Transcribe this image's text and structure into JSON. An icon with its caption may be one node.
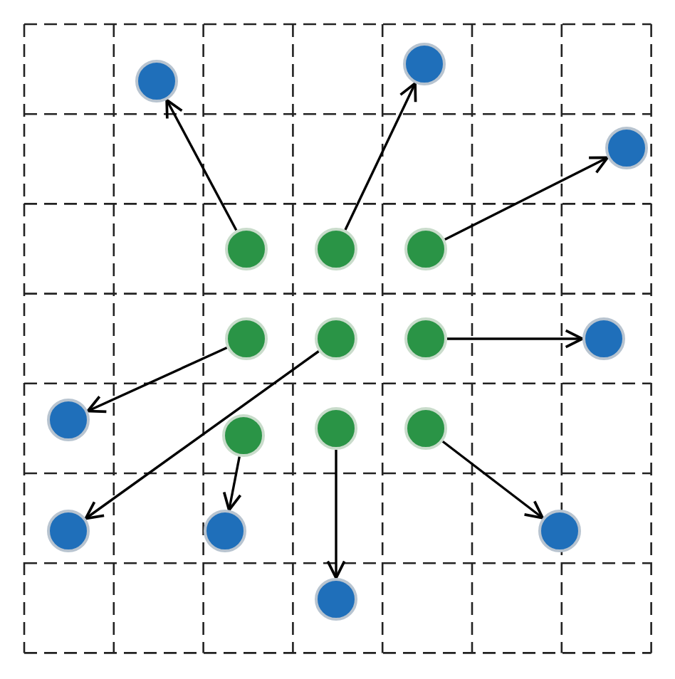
{
  "diagram": {
    "nodes": [
      {
        "text": [],
        "shape": "circle"
      },
      {
        "text": [],
        "shape": "circle"
      },
      {
        "text": [],
        "shape": "circle"
      },
      {
        "text": [],
        "shape": "circle"
      },
      {
        "text": [],
        "shape": "circle"
      },
      {
        "text": [],
        "shape": "circle"
      },
      {
        "text": [],
        "shape": "circle"
      },
      {
        "text": [],
        "shape": "circle"
      },
      {
        "text": [],
        "shape": "circle"
      },
      {
        "text": [],
        "shape": "circle"
      },
      {
        "text": [],
        "shape": "circle"
      },
      {
        "text": [],
        "shape": "circle"
      },
      {
        "text": [],
        "shape": "circle"
      },
      {
        "text": [],
        "shape": "circle"
      },
      {
        "text": [],
        "shape": "circle"
      },
      {
        "text": [],
        "shape": "circle"
      },
      {
        "text": [],
        "shape": "circle"
      },
      {
        "text": [],
        "shape": "circle"
      }
    ],
    "edges": [
      {
        "from": 3,
        "to": 1,
        "arrow": "to"
      },
      {
        "from": 4,
        "to": 0,
        "arrow": "to"
      },
      {
        "from": 5,
        "to": 2,
        "arrow": "to"
      },
      {
        "from": 6,
        "to": 10,
        "arrow": "to"
      },
      {
        "from": 8,
        "to": 9,
        "arrow": "to"
      },
      {
        "from": 7,
        "to": 14,
        "arrow": "to"
      },
      {
        "from": 11,
        "to": 15,
        "arrow": "to"
      },
      {
        "from": 12,
        "to": 17,
        "arrow": "to"
      },
      {
        "from": 13,
        "to": 16,
        "arrow": "to"
      }
    ]
  }
}
